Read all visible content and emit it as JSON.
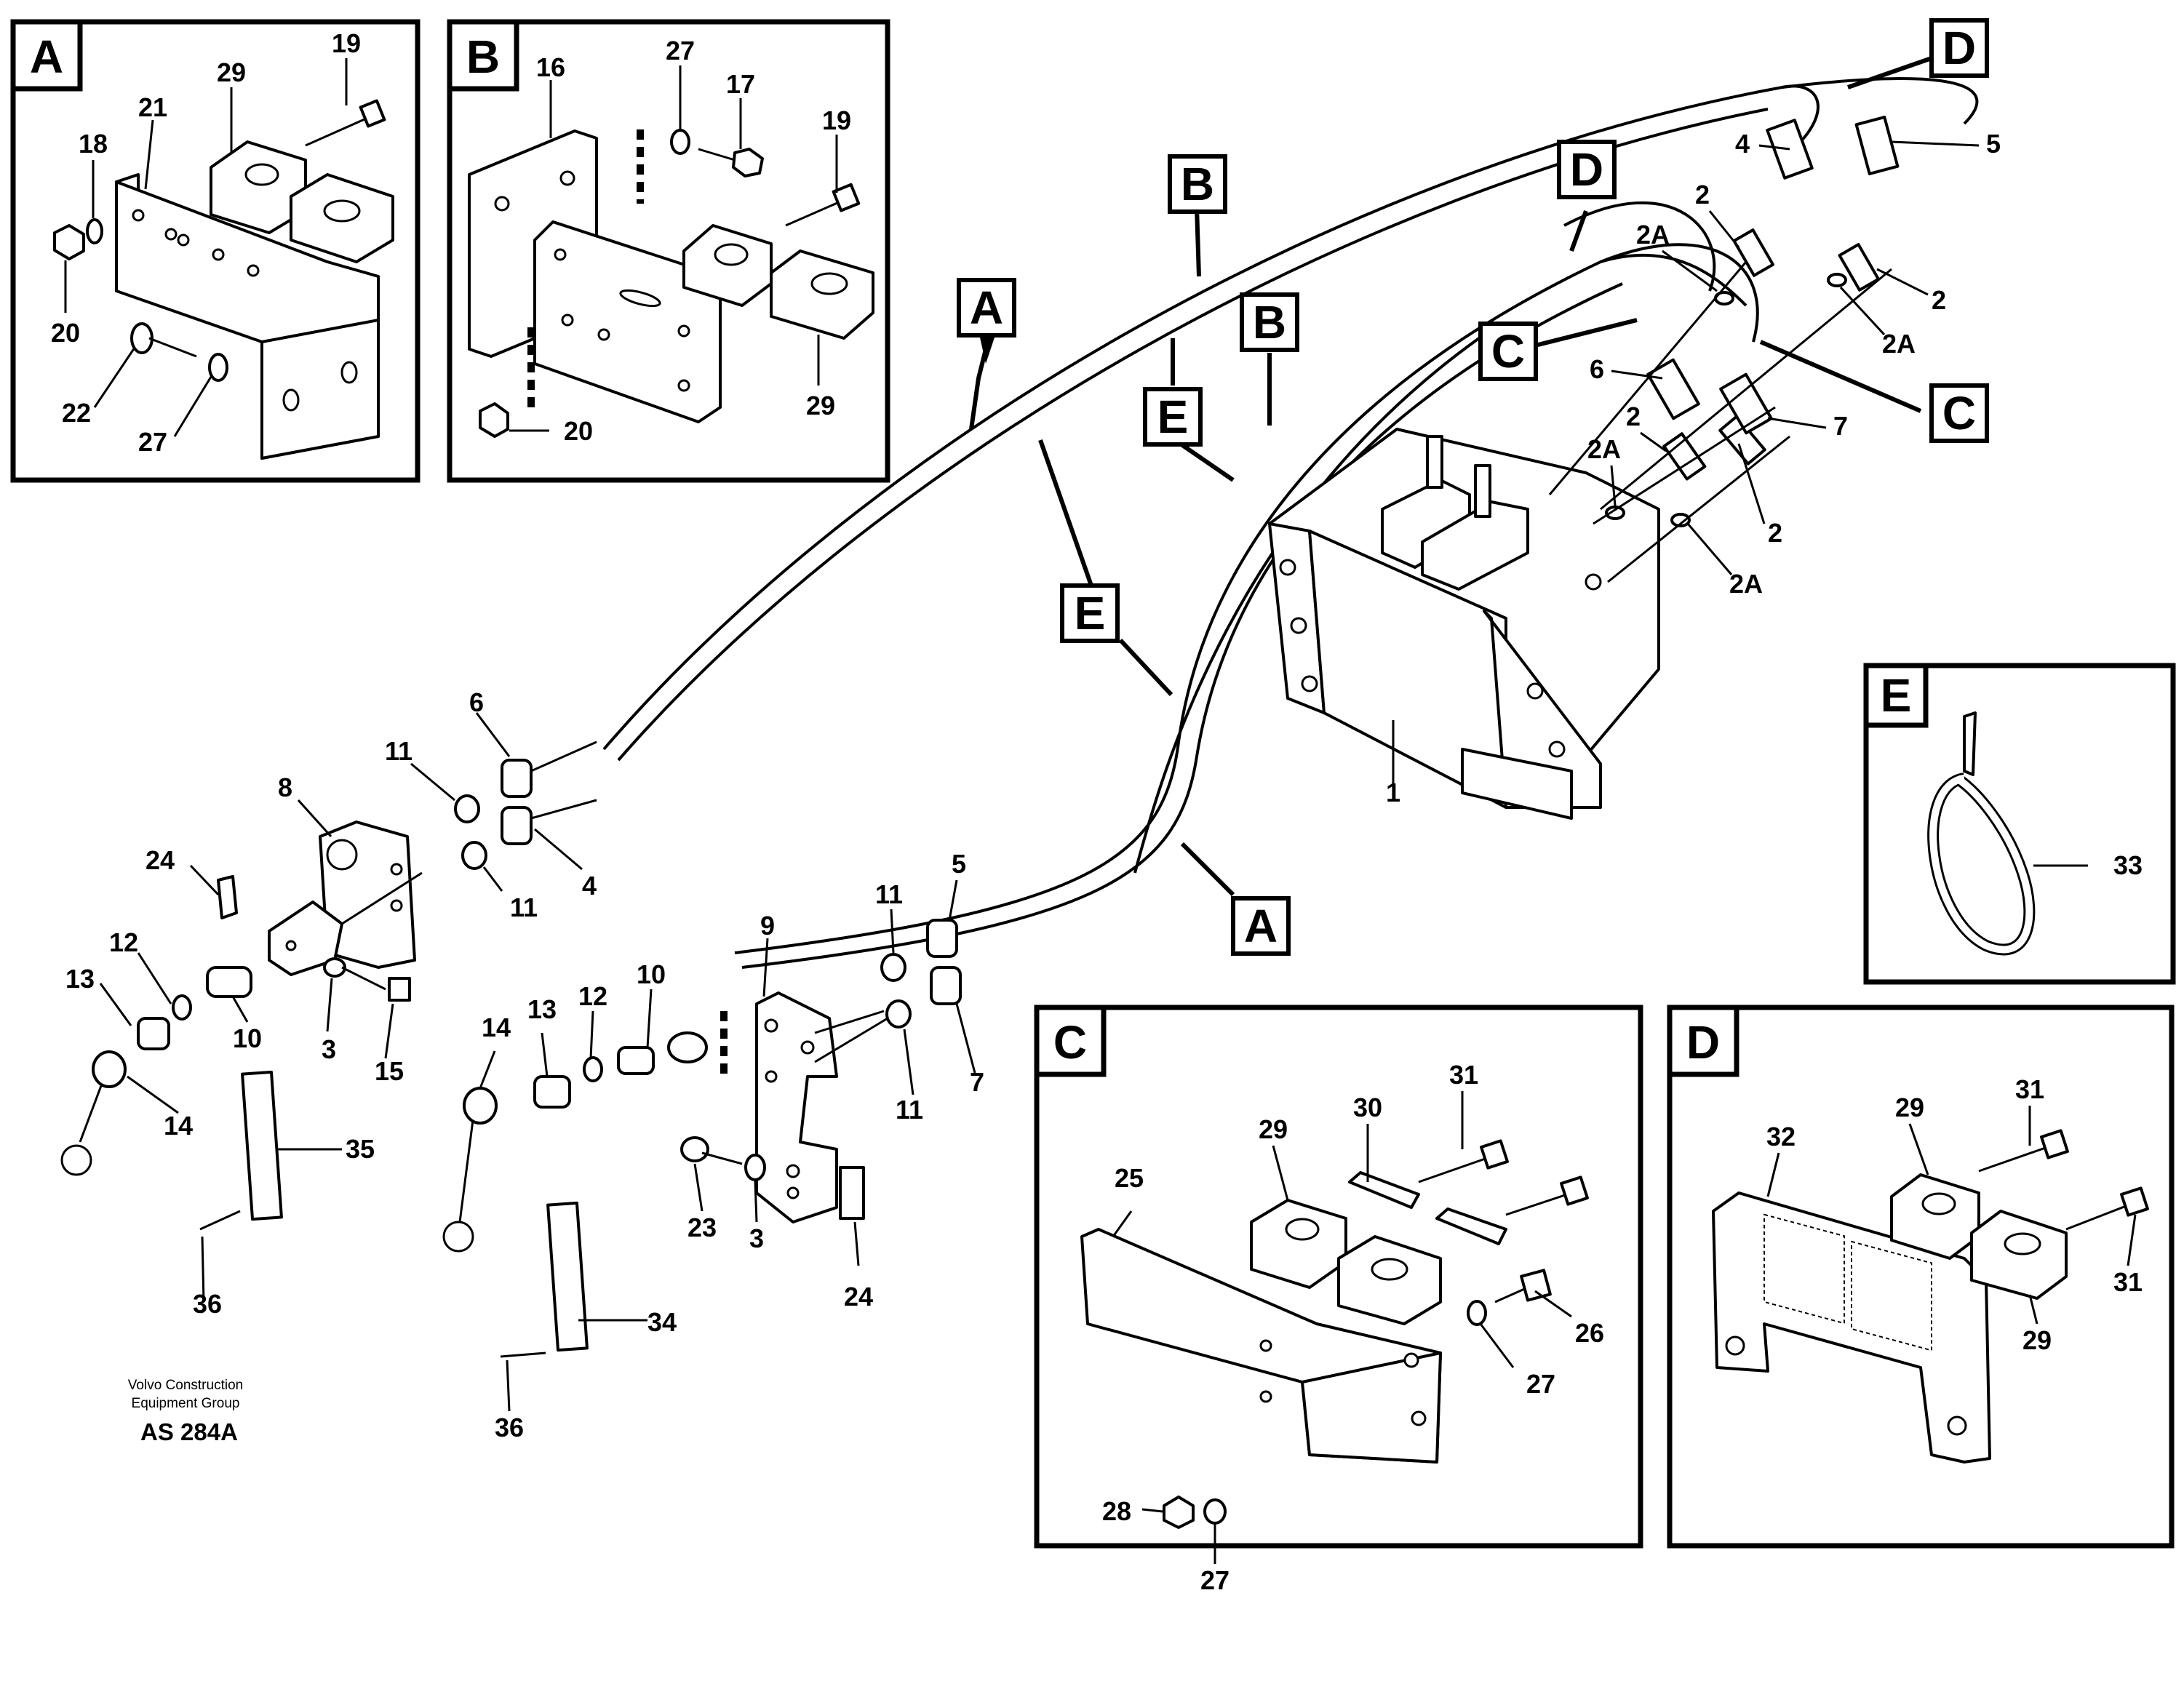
{
  "footer": {
    "company_line1": "Volvo Construction",
    "company_line2": "Equipment Group",
    "drawing_code": "AS 284A"
  },
  "detail_panels": {
    "A": "A",
    "B": "B",
    "C": "C",
    "D": "D",
    "E": "E"
  },
  "callout_tags": {
    "A": "A",
    "B": "B",
    "C": "C",
    "D": "D",
    "E": "E"
  },
  "part_numbers": {
    "p1": "1",
    "p2": "2",
    "p2a": "2A",
    "p3": "3",
    "p4": "4",
    "p5": "5",
    "p6": "6",
    "p7": "7",
    "p8": "8",
    "p9": "9",
    "p10": "10",
    "p11": "11",
    "p12": "12",
    "p13": "13",
    "p14": "14",
    "p15": "15",
    "p16": "16",
    "p17": "17",
    "p18": "18",
    "p19": "19",
    "p20": "20",
    "p21": "21",
    "p22": "22",
    "p23": "23",
    "p24": "24",
    "p25": "25",
    "p26": "26",
    "p27": "27",
    "p28": "28",
    "p29": "29",
    "p30": "30",
    "p31": "31",
    "p32": "32",
    "p33": "33",
    "p34": "34",
    "p35": "35",
    "p36": "36"
  }
}
